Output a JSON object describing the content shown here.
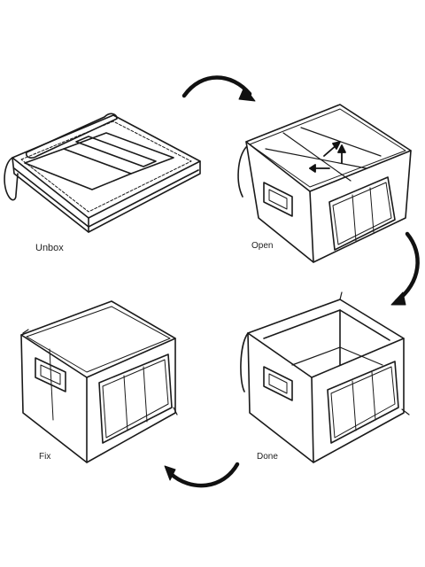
{
  "steps": [
    {
      "id": "unbox",
      "label": "Unbox"
    },
    {
      "id": "open",
      "label": "Open"
    },
    {
      "id": "done",
      "label": "Done"
    },
    {
      "id": "fix",
      "label": "Fix"
    }
  ],
  "flow": [
    "unbox",
    "open",
    "done",
    "fix"
  ],
  "colors": {
    "line": "#1a1a1a",
    "arrow": "#111111",
    "background": "#ffffff"
  }
}
